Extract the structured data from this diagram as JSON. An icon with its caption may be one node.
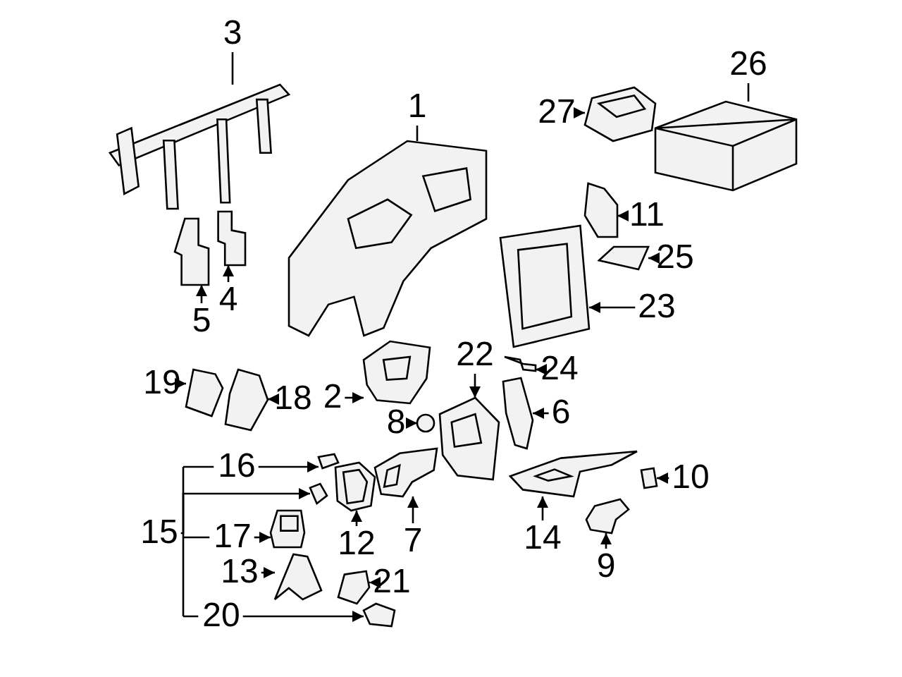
{
  "diagram": {
    "nodes": [
      {
        "text": [
          "1"
        ]
      },
      {
        "text": [
          "2"
        ]
      },
      {
        "text": [
          "3"
        ]
      },
      {
        "text": [
          "4"
        ]
      },
      {
        "text": [
          "5"
        ]
      },
      {
        "text": [
          "6"
        ]
      },
      {
        "text": [
          "7"
        ]
      },
      {
        "text": [
          "8"
        ]
      },
      {
        "text": [
          "9"
        ]
      },
      {
        "text": [
          "10"
        ]
      },
      {
        "text": [
          "11"
        ]
      },
      {
        "text": [
          "12"
        ]
      },
      {
        "text": [
          "13"
        ]
      },
      {
        "text": [
          "14"
        ]
      },
      {
        "text": [
          "15"
        ]
      },
      {
        "text": [
          "16"
        ]
      },
      {
        "text": [
          "17"
        ]
      },
      {
        "text": [
          "18"
        ]
      },
      {
        "text": [
          "19"
        ]
      },
      {
        "text": [
          "20"
        ]
      },
      {
        "text": [
          "21"
        ]
      },
      {
        "text": [
          "22"
        ]
      },
      {
        "text": [
          "23"
        ]
      },
      {
        "text": [
          "24"
        ]
      },
      {
        "text": [
          "25"
        ]
      },
      {
        "text": [
          "26"
        ]
      },
      {
        "text": [
          "27"
        ]
      },
      {
        "text": [],
        "shape": "picture"
      },
      {
        "text": [],
        "shape": "picture"
      },
      {
        "text": [],
        "shape": "picture"
      },
      {
        "text": [],
        "shape": "picture"
      },
      {
        "text": [],
        "shape": "picture"
      },
      {
        "text": [],
        "shape": "picture"
      },
      {
        "text": [],
        "shape": "picture"
      },
      {
        "text": [],
        "shape": "circle"
      },
      {
        "text": [],
        "shape": "picture"
      },
      {
        "text": [],
        "shape": "picture"
      },
      {
        "text": [],
        "shape": "picture"
      },
      {
        "text": [],
        "shape": "picture"
      },
      {
        "text": [],
        "shape": "picture"
      },
      {
        "text": [],
        "shape": "picture"
      },
      {
        "text": [],
        "shape": "picture"
      },
      {
        "text": [],
        "shape": "picture"
      },
      {
        "text": [],
        "shape": "picture"
      },
      {
        "text": [],
        "shape": "picture"
      },
      {
        "text": [],
        "shape": "picture"
      },
      {
        "text": [],
        "shape": "picture"
      },
      {
        "text": [],
        "shape": "picture"
      },
      {
        "text": [],
        "shape": "picture"
      },
      {
        "text": [],
        "shape": "picture"
      },
      {
        "text": [],
        "shape": "picture"
      },
      {
        "text": [],
        "shape": "picture"
      },
      {
        "text": [],
        "shape": "picture"
      },
      {
        "text": [],
        "shape": "picture"
      }
    ],
    "edges": [
      {
        "from": 0,
        "to": 27,
        "arrow": "none"
      },
      {
        "from": 1,
        "to": 28,
        "arrow": "to"
      },
      {
        "from": 2,
        "to": 29,
        "arrow": "none"
      },
      {
        "from": 3,
        "to": 30,
        "arrow": "to"
      },
      {
        "from": 4,
        "to": 31,
        "arrow": "to"
      },
      {
        "from": 5,
        "to": 32,
        "arrow": "to"
      },
      {
        "from": 6,
        "to": 33,
        "arrow": "to"
      },
      {
        "from": 7,
        "to": 34,
        "arrow": "to"
      },
      {
        "from": 8,
        "to": 35,
        "arrow": "to"
      },
      {
        "from": 9,
        "to": 36,
        "arrow": "to"
      },
      {
        "from": 10,
        "to": 37,
        "arrow": "to"
      },
      {
        "from": 11,
        "to": 38,
        "arrow": "to"
      },
      {
        "from": 12,
        "to": 39,
        "arrow": "to"
      },
      {
        "from": 13,
        "to": 40,
        "arrow": "to"
      },
      {
        "from": 14,
        "to": 41,
        "arrow": "to"
      },
      {
        "from": 15,
        "to": 42,
        "arrow": "to"
      },
      {
        "from": 16,
        "to": 43,
        "arrow": "to"
      },
      {
        "from": 17,
        "to": 44,
        "arrow": "to"
      },
      {
        "from": 18,
        "to": 45,
        "arrow": "to"
      },
      {
        "from": 19,
        "to": 46,
        "arrow": "to"
      },
      {
        "from": 20,
        "to": 47,
        "arrow": "to"
      },
      {
        "from": 21,
        "to": 48,
        "arrow": "to"
      },
      {
        "from": 22,
        "to": 49,
        "arrow": "to"
      },
      {
        "from": 23,
        "to": 50,
        "arrow": "to"
      },
      {
        "from": 24,
        "to": 51,
        "arrow": "to"
      },
      {
        "from": 25,
        "to": 52,
        "arrow": "none"
      },
      {
        "from": 26,
        "to": 53,
        "arrow": "to"
      }
    ]
  }
}
